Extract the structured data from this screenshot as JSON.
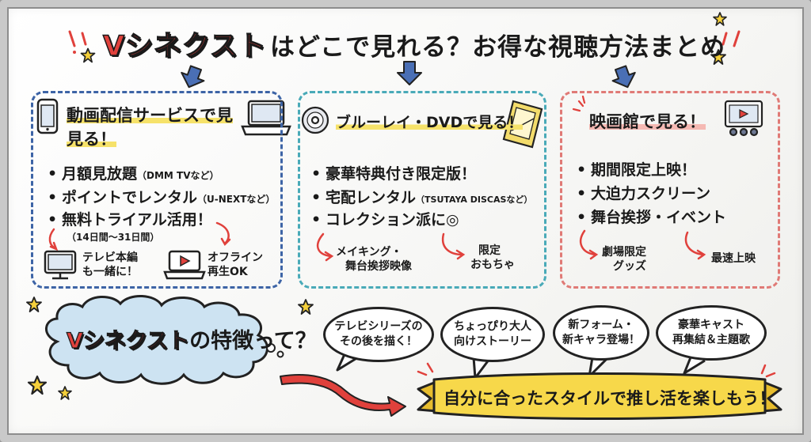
{
  "title": {
    "brand": "Vシネクスト",
    "rest": "はどこで見れる？お得な視聴方法まとめ"
  },
  "panels": {
    "streaming": {
      "title_line1": "動画配信サービスで見",
      "title_line2": "見る！",
      "items": [
        {
          "main": "月額見放題",
          "sub": "（DMM TVなど）"
        },
        {
          "main": "ポイントでレンタル",
          "sub": "（U-NEXTなど）"
        },
        {
          "main": "無料トライアル活用！",
          "sub": ""
        }
      ],
      "trial_note": "（14日間〜31日間）",
      "sub_a_line1": "テレビ本編",
      "sub_a_line2": "も一緒に！",
      "sub_b_line1": "オフライン",
      "sub_b_line2": "再生OK"
    },
    "disc": {
      "title": "ブルーレイ・DVDで見る！",
      "items": [
        {
          "main": "豪華特典付き限定版！",
          "sub": ""
        },
        {
          "main": "宅配レンタル",
          "sub": "（TSUTAYA DISCASなど）"
        },
        {
          "main": "コレクション派に◎",
          "sub": ""
        }
      ],
      "sub_a_line1": "メイキング・",
      "sub_a_line2": "舞台挨拶映像",
      "sub_b_line1": "限定",
      "sub_b_line2": "おもちゃ"
    },
    "theater": {
      "title": "映画館で見る！",
      "items": [
        {
          "main": "期間限定上映！"
        },
        {
          "main": "大迫力スクリーン"
        },
        {
          "main": "舞台挨拶・イベント"
        }
      ],
      "sub_a_line1": "劇場限定",
      "sub_a_line2": "グッズ",
      "sub_b": "最速上映"
    }
  },
  "features": {
    "cloud_brand": "Vシネクスト",
    "cloud_rest": "の特徴って？",
    "bubbles": [
      {
        "line1": "テレビシリーズの",
        "line2": "その後を描く！"
      },
      {
        "line1": "ちょっぴり大人",
        "line2": "向けストーリー"
      },
      {
        "line1": "新フォーム・",
        "line2": "新キャラ登場！"
      },
      {
        "line1": "豪華キャスト",
        "line2": "再集結＆主題歌"
      }
    ]
  },
  "banner": "自分に合ったスタイルで推し活を楽しもう！",
  "colors": {
    "brand_red": "#e0413c",
    "panel_blue": "#3d64a6",
    "panel_teal": "#49aab8",
    "panel_red": "#e07a76",
    "arrow_blue": "#4a6fb5",
    "highlight_yellow": "#f6e26a",
    "highlight_pink": "#f5b9b3",
    "ribbon_yellow": "#f7d84a",
    "star_yellow": "#f5d03b",
    "cloud_blue": "#cde3f2"
  },
  "icons": [
    "smartphone-icon",
    "laptop-icon",
    "disc-icon",
    "bluray-case-icon",
    "screening-icon",
    "tv-icon",
    "play-laptop-icon",
    "star-icon",
    "arrow-down-icon",
    "curved-arrow-icon"
  ]
}
